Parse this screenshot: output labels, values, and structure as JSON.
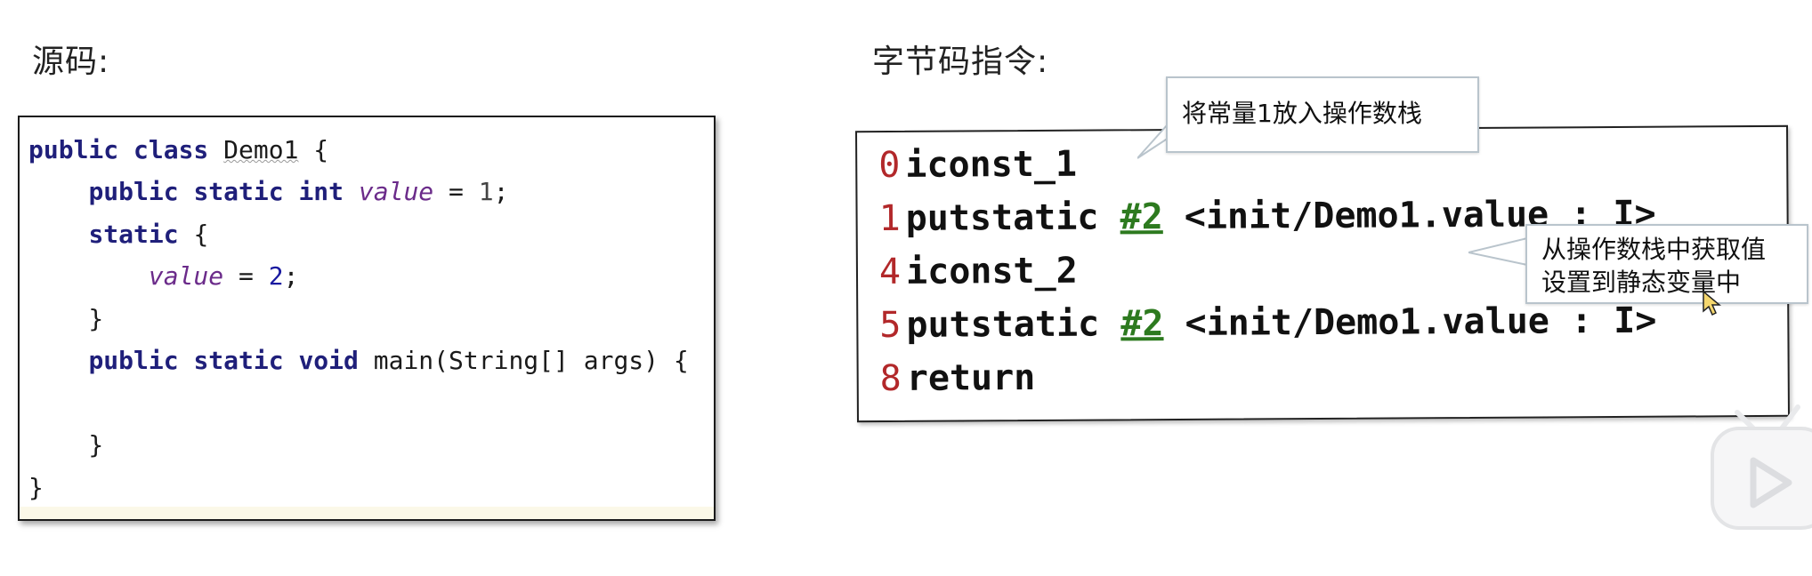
{
  "headings": {
    "source": "源码:",
    "bytecode": "字节码指令:"
  },
  "source_code": {
    "line1": {
      "kw": "public class",
      "rest_a": " ",
      "cls": "Demo1",
      "rest_b": " {"
    },
    "line2": {
      "indent": "    ",
      "kw": "public static int",
      "sp": " ",
      "field": "value",
      "eq": " = ",
      "num": "1",
      "end": ";"
    },
    "line3": {
      "indent": "    ",
      "kw": "static",
      "end": " {"
    },
    "line4": {
      "indent": "        ",
      "field": "value",
      "eq": " = ",
      "num": "2",
      "end": ";"
    },
    "line5": {
      "text": "    }"
    },
    "line6": {
      "indent": "    ",
      "kw": "public static void",
      "rest": " main(String[] args) {"
    },
    "line7": {
      "text": ""
    },
    "line8": {
      "text": "    }"
    },
    "line9": {
      "text": "}"
    }
  },
  "bytecode": [
    {
      "offset": "0",
      "op": "iconst_1",
      "ref": "",
      "arg": ""
    },
    {
      "offset": "1",
      "op": "putstatic",
      "ref": "#2",
      "arg": " <init/Demo1.value : I>"
    },
    {
      "offset": "4",
      "op": "iconst_2",
      "ref": "",
      "arg": ""
    },
    {
      "offset": "5",
      "op": "putstatic",
      "ref": "#2",
      "arg": " <init/Demo1.value : I>"
    },
    {
      "offset": "8",
      "op": "return",
      "ref": "",
      "arg": ""
    }
  ],
  "callouts": {
    "push_const": "将常量1放入操作数栈",
    "set_static_line1": "从操作数栈中获取值",
    "set_static_line2": "设置到静态变量中"
  },
  "colors": {
    "offset": "#b2282a",
    "ref_link": "#2d7a1f",
    "keyword": "#1f1f7a",
    "field": "#6b2b8a"
  },
  "icons": [
    "play-badge-icon"
  ]
}
